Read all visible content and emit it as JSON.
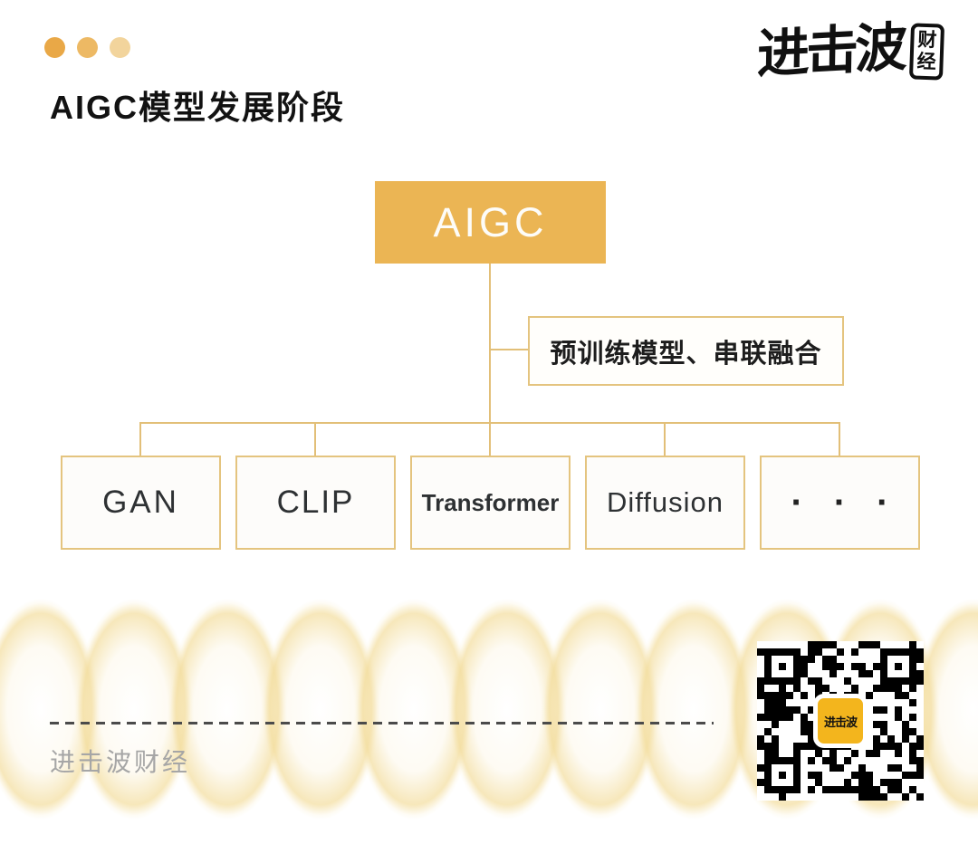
{
  "page": {
    "title": "AIGC模型发展阶段"
  },
  "header": {
    "dots": [
      "#E9A847",
      "#EDB964",
      "#F2D49C"
    ],
    "logo": {
      "main": "进击波",
      "seal_top": "财",
      "seal_bottom": "经"
    }
  },
  "diagram": {
    "root": {
      "label": "AIGC"
    },
    "annotation": {
      "label": "预训练模型、串联融合"
    },
    "children": [
      {
        "label": "GAN"
      },
      {
        "label": "CLIP"
      },
      {
        "label": "Transformer"
      },
      {
        "label": "Diffusion"
      },
      {
        "label": "···"
      }
    ]
  },
  "footer": {
    "brand": "进击波财经",
    "qr_logo_label": "进击波"
  },
  "colors": {
    "accent_gold": "#EBB554",
    "box_border_gold": "#E4C47F",
    "connector_gold": "#E2BF78",
    "title_text": "#121212",
    "muted_text": "#A6A6A6",
    "qr_logo_gold": "#F3B51D"
  }
}
